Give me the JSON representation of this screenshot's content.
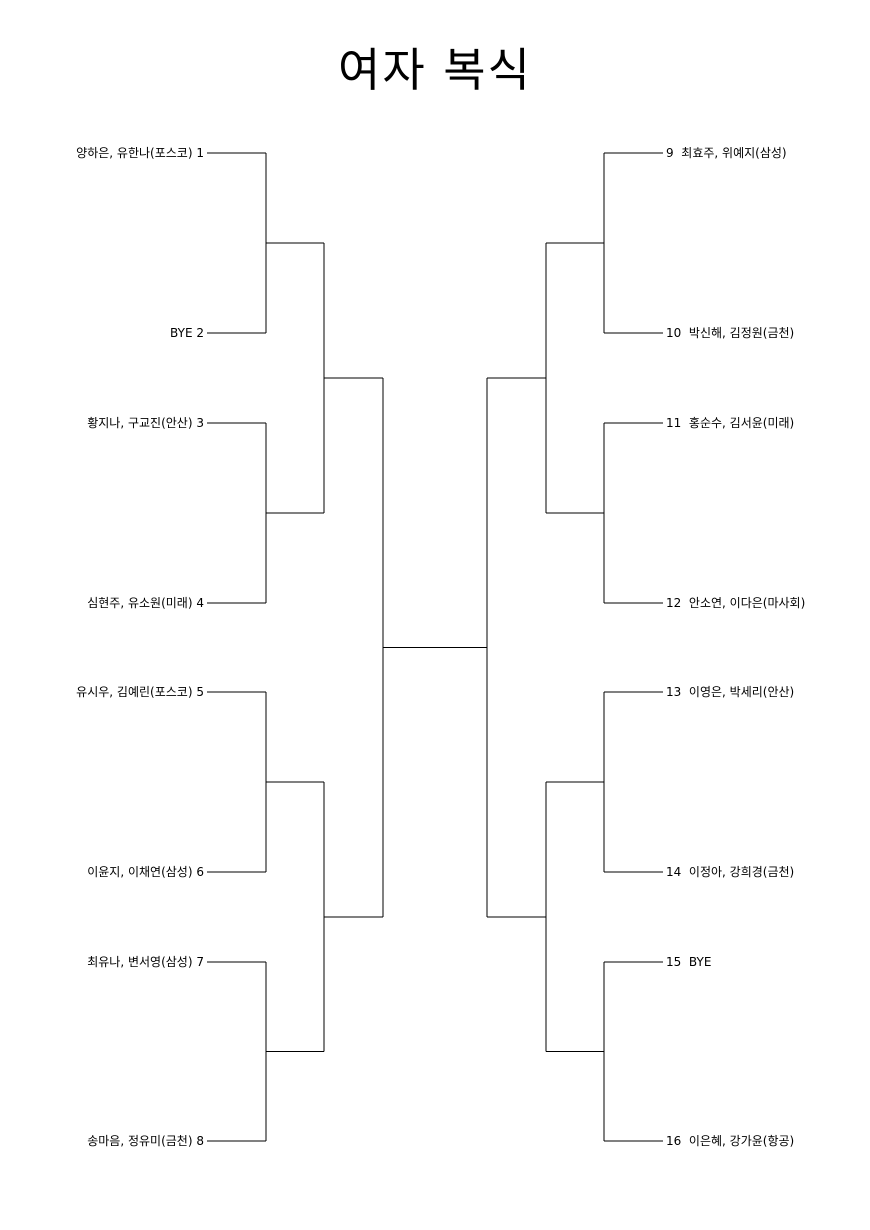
{
  "title": "여자 복식",
  "left_entries": [
    {
      "seed": "1",
      "name": "양하은, 유한나(포스코)"
    },
    {
      "seed": "2",
      "name": "BYE"
    },
    {
      "seed": "3",
      "name": "황지나, 구교진(안산)"
    },
    {
      "seed": "4",
      "name": "심현주, 유소원(미래)"
    },
    {
      "seed": "5",
      "name": "유시우, 김예린(포스코)"
    },
    {
      "seed": "6",
      "name": "이윤지, 이채연(삼성)"
    },
    {
      "seed": "7",
      "name": "최유나, 변서영(삼성)"
    },
    {
      "seed": "8",
      "name": "송마음, 정유미(금천)"
    }
  ],
  "right_entries": [
    {
      "seed": "9",
      "name": "최효주, 위예지(삼성)"
    },
    {
      "seed": "10",
      "name": "박신해, 김정원(금천)"
    },
    {
      "seed": "11",
      "name": "홍순수, 김서윤(미래)"
    },
    {
      "seed": "12",
      "name": "안소연, 이다은(마사회)"
    },
    {
      "seed": "13",
      "name": "이영은, 박세리(안산)"
    },
    {
      "seed": "14",
      "name": "이정아, 강희경(금천)"
    },
    {
      "seed": "15",
      "name": "BYE"
    },
    {
      "seed": "16",
      "name": "이은혜, 강가윤(항공)"
    }
  ]
}
